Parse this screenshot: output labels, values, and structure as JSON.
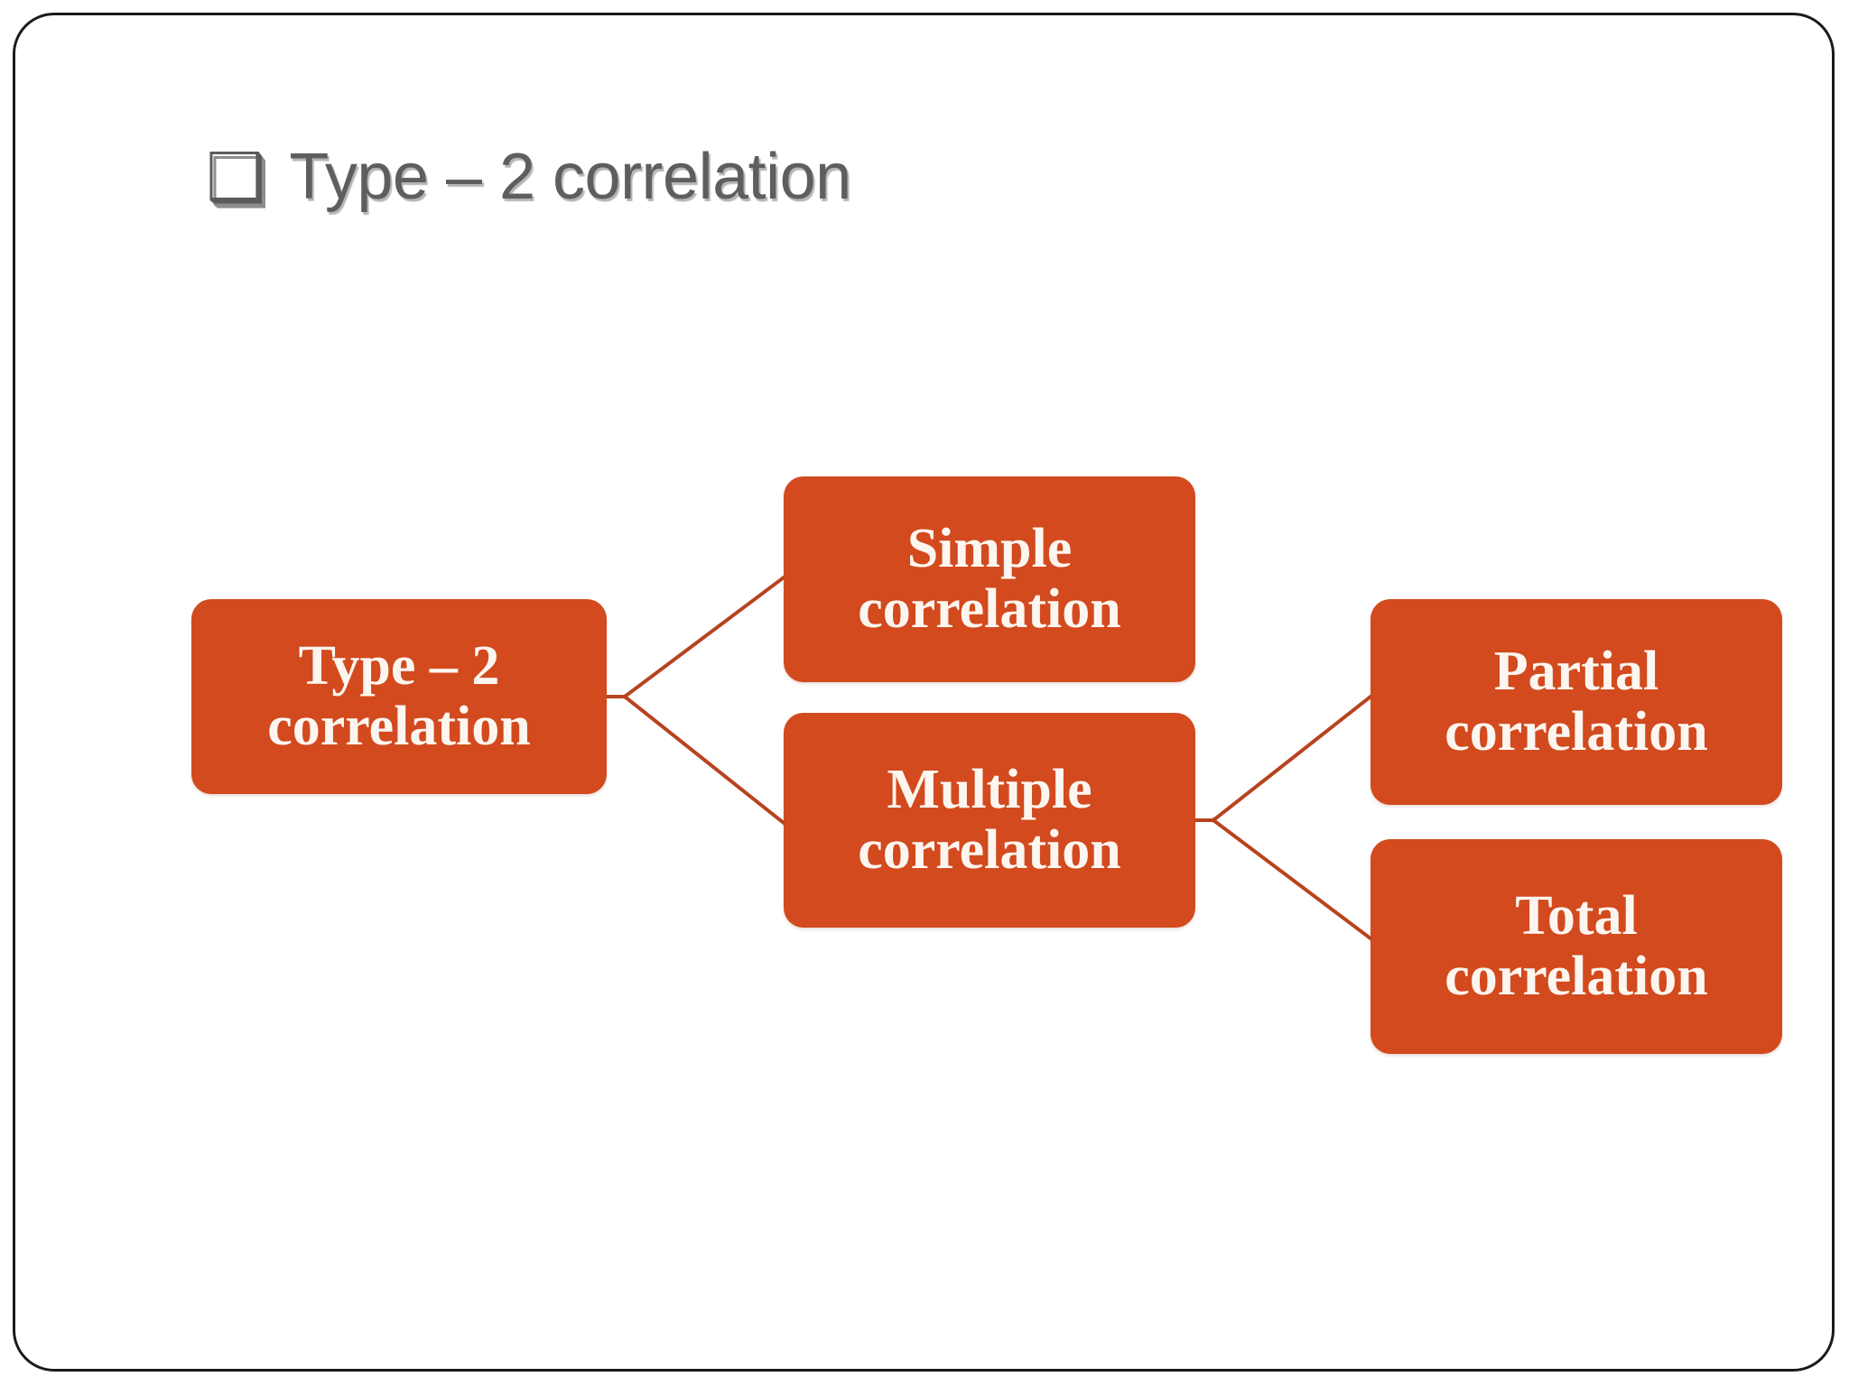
{
  "slide": {
    "background_color": "#ffffff",
    "border_color": "#1a1a1a",
    "accent_color": "#d24a1e",
    "title_color": "#5e5e5e",
    "node_text_color": "#fdf6f0"
  },
  "title": {
    "bullet_glyph": "❑",
    "bullet_name": "square-bullet-icon",
    "text": "Type – 2 correlation"
  },
  "diagram": {
    "type": "tree",
    "nodes": [
      {
        "id": "root",
        "label": "Type – 2 correlation",
        "level": 0
      },
      {
        "id": "simple",
        "label": "Simple correlation",
        "level": 1
      },
      {
        "id": "multiple",
        "label": "Multiple correlation",
        "level": 1
      },
      {
        "id": "partial",
        "label": "Partial correlation",
        "level": 2
      },
      {
        "id": "total",
        "label": "Total correlation",
        "level": 2
      }
    ],
    "edges": [
      {
        "from": "root",
        "to": "simple"
      },
      {
        "from": "root",
        "to": "multiple"
      },
      {
        "from": "multiple",
        "to": "partial"
      },
      {
        "from": "multiple",
        "to": "total"
      }
    ]
  }
}
